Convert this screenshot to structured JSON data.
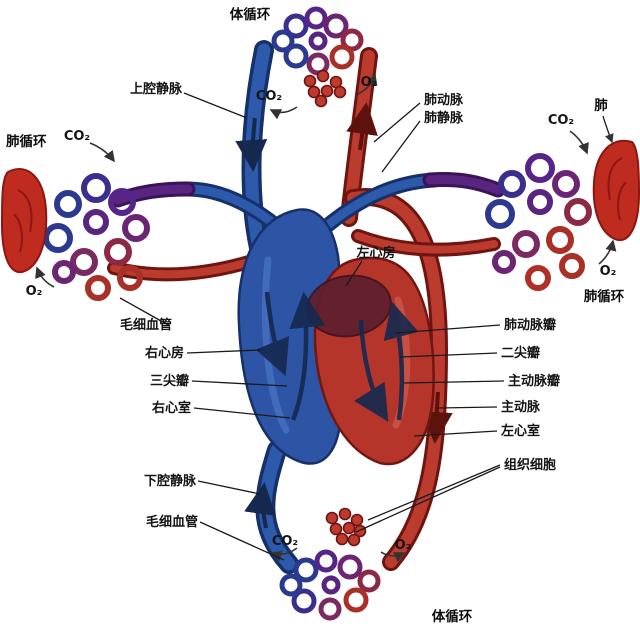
{
  "diagram": {
    "title": "human-blood-circulation-diagram",
    "labels": {
      "systemic_circulation_top": "体循环",
      "superior_vena_cava": "上腔静脉",
      "pulmonary_artery": "肺动脉",
      "pulmonary_vein": "肺静脉",
      "lung": "肺",
      "pulmonary_circulation_left": "肺循环",
      "pulmonary_circulation_right": "肺循环",
      "capillaries_left": "毛细血管",
      "right_atrium": "右心房",
      "tricuspid_valve": "三尖瓣",
      "right_ventricle": "右心室",
      "inferior_vena_cava": "下腔静脉",
      "capillaries_bottom": "毛细血管",
      "left_atrium": "左心房",
      "pulmonary_valve": "肺动脉瓣",
      "mitral_valve": "二尖瓣",
      "aortic_valve": "主动脉瓣",
      "aorta": "主动脉",
      "left_ventricle": "左心室",
      "tissue_cells": "组织细胞",
      "systemic_circulation_bottom": "体循环"
    },
    "gases": {
      "co2_top": "CO₂",
      "o2_top": "O₂",
      "co2_left": "CO₂",
      "o2_left": "O₂",
      "co2_right": "CO₂",
      "o2_right": "O₂",
      "co2_bottom": "CO₂",
      "o2_bottom": "O₂"
    },
    "colors": {
      "vein": "#2e5aab",
      "vein_dark": "#16306b",
      "artery": "#bb3b2e",
      "artery_dark": "#6f1510",
      "purple_vessel": "#5a2580",
      "left_atrium_fill": "#5f1f2e",
      "label_text": "#141414"
    }
  }
}
